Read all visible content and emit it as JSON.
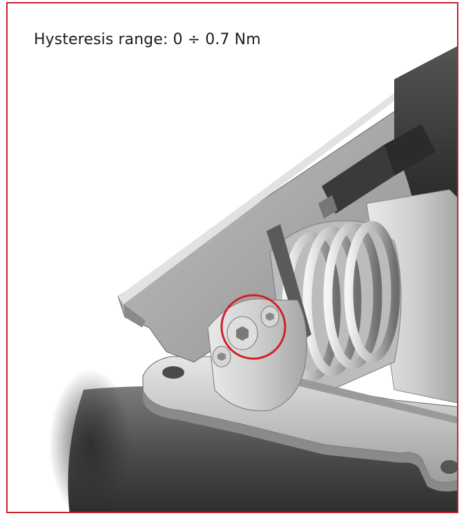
{
  "caption": "Hysteresis range: 0 ÷ 0.7 Nm",
  "colors": {
    "frame": "#c8202a",
    "highlight": "#d0202a",
    "metal_light": "#d8d8d8",
    "metal_mid": "#a9a9a9",
    "metal_dark": "#3a3a3a"
  },
  "illustration": {
    "subject": "pedal-hinge-assembly",
    "highlight": "hex-socket-screw-circle"
  }
}
